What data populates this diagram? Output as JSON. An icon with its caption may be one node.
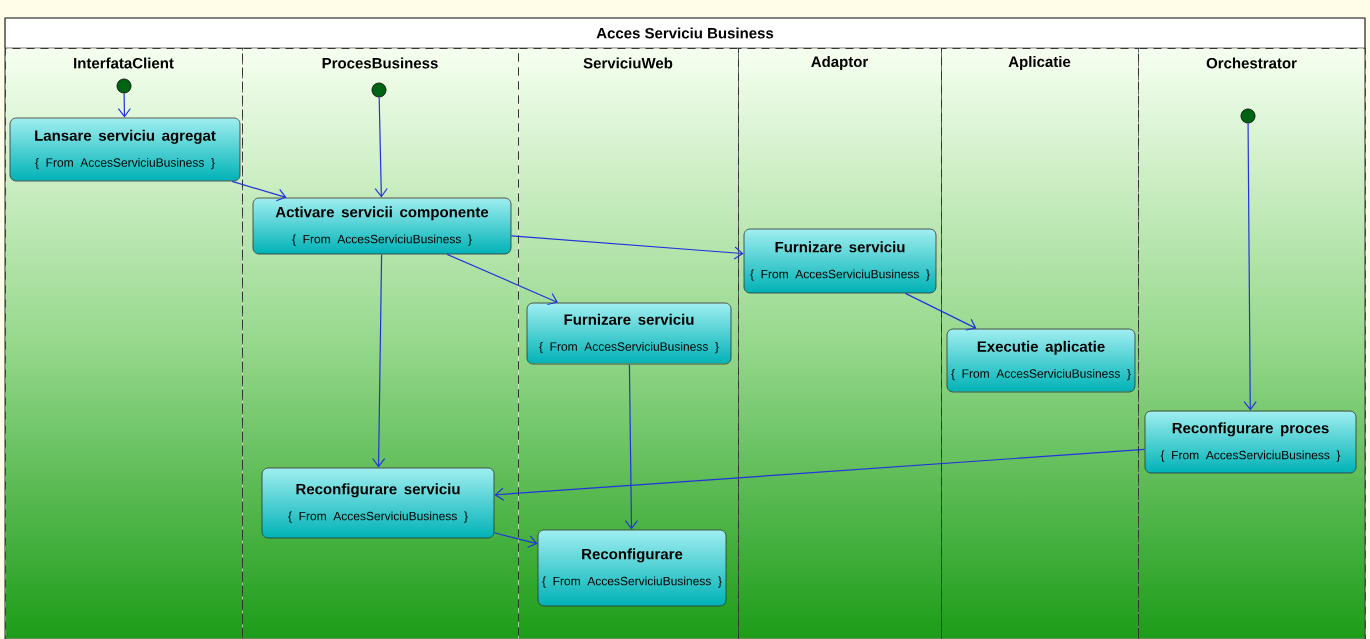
{
  "diagram": {
    "title": "Acces Serviciu Business",
    "nodes": [
      {
        "text": [
          "InterfataClient"
        ]
      },
      {
        "text": [
          "ProcesBusiness"
        ]
      },
      {
        "text": [
          "ServiciuWeb"
        ]
      },
      {
        "text": [
          "Adaptor"
        ]
      },
      {
        "text": [
          "Aplicatie"
        ]
      },
      {
        "text": [
          "Orchestrator"
        ]
      },
      {
        "text": [],
        "shape": "circle",
        "in": 0
      },
      {
        "text": [
          "Lansare serviciu agregat",
          "{ From AccesServiciuBusiness }"
        ],
        "in": 0
      },
      {
        "text": [],
        "shape": "circle",
        "in": 1
      },
      {
        "text": [
          "Activare servicii componente",
          "{ From AccesServiciuBusiness }"
        ],
        "in": 1
      },
      {
        "text": [
          "Furnizare serviciu",
          "{ From AccesServiciuBusiness }"
        ],
        "in": 2
      },
      {
        "text": [
          "Furnizare serviciu",
          "{ From AccesServiciuBusiness }"
        ],
        "in": 3
      },
      {
        "text": [
          "Executie aplicatie",
          "{ From AccesServiciuBusiness }"
        ],
        "in": 4
      },
      {
        "text": [],
        "shape": "circle",
        "in": 5
      },
      {
        "text": [
          "Reconfigurare proces",
          "{ From AccesServiciuBusiness }"
        ],
        "in": 5
      },
      {
        "text": [
          "Reconfigurare serviciu",
          "{ From AccesServiciuBusiness }"
        ],
        "in": 1
      },
      {
        "text": [
          "Reconfigurare",
          "{ From AccesServiciuBusiness }"
        ],
        "in": 2
      }
    ],
    "edges": [
      {
        "from": 6,
        "to": 7,
        "arrow": "to"
      },
      {
        "from": 8,
        "to": 9,
        "arrow": "to"
      },
      {
        "from": 7,
        "to": 9,
        "arrow": "to"
      },
      {
        "from": 9,
        "to": 11,
        "arrow": "to"
      },
      {
        "from": 9,
        "to": 10,
        "arrow": "to"
      },
      {
        "from": 9,
        "to": 15,
        "arrow": "to"
      },
      {
        "from": 11,
        "to": 12,
        "arrow": "to"
      },
      {
        "from": 10,
        "to": 16,
        "arrow": "to"
      },
      {
        "from": 13,
        "to": 14,
        "arrow": "to"
      },
      {
        "from": 14,
        "to": 15,
        "arrow": "to"
      },
      {
        "from": 15,
        "to": 16,
        "arrow": "to"
      }
    ]
  }
}
